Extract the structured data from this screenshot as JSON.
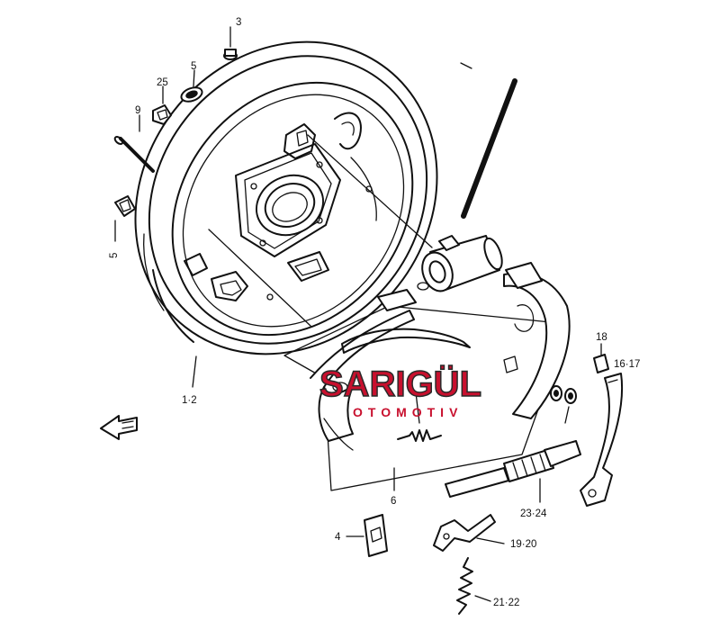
{
  "callouts": {
    "c3": "3",
    "c5_top": "5",
    "c25": "25",
    "c9": "9",
    "c5_left": "5",
    "c1_2": "1·2",
    "c18": "18",
    "c16_17": "16·17",
    "c6": "6",
    "c23_24": "23·24",
    "c4": "4",
    "c19_20": "19·20",
    "c21_22": "21·22"
  },
  "watermark": {
    "name": "SARIGÜL",
    "sub": "OTOMOTIV",
    "color_red": "#c8102e",
    "color_dark": "#2a2a2a"
  },
  "diagram": {
    "line_color": "#111111",
    "background": "#ffffff",
    "fwd_arrow_icon": "forward-arrow-icon"
  }
}
